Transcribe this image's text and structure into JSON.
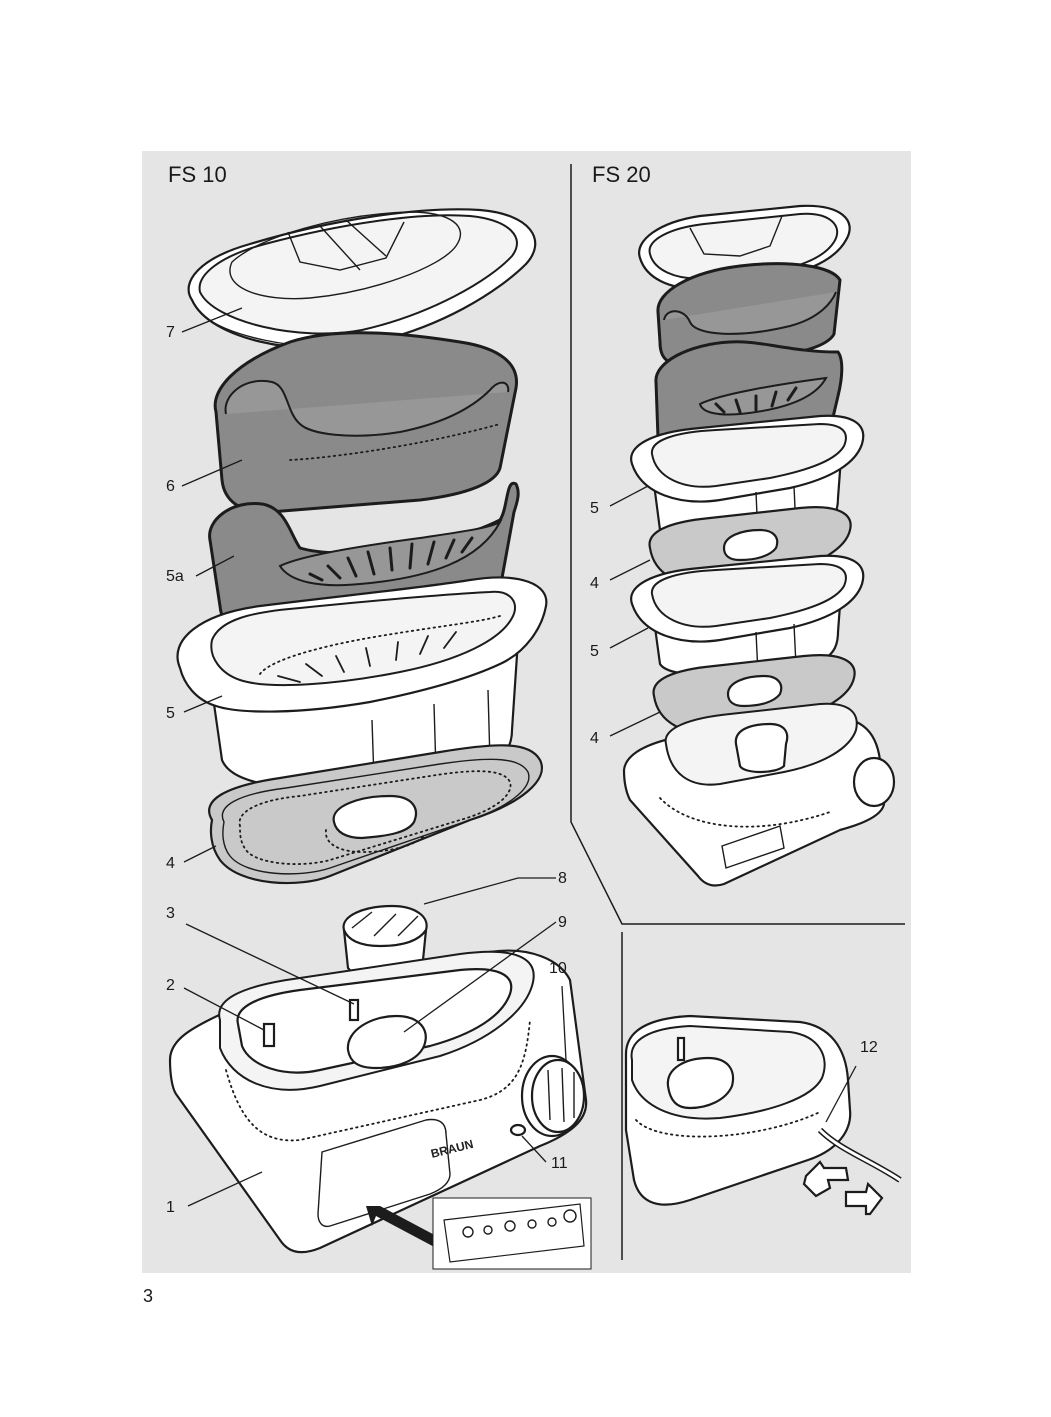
{
  "panels": {
    "left_title": "FS 10",
    "right_title": "FS 20"
  },
  "callouts": {
    "fs10": [
      "7",
      "6",
      "5a",
      "5",
      "4",
      "8",
      "3",
      "9",
      "10",
      "2",
      "11",
      "1"
    ],
    "fs20": [
      "5",
      "4",
      "5",
      "4"
    ],
    "detail": [
      "12"
    ]
  },
  "brand": "BRAUN",
  "page_number": "3"
}
